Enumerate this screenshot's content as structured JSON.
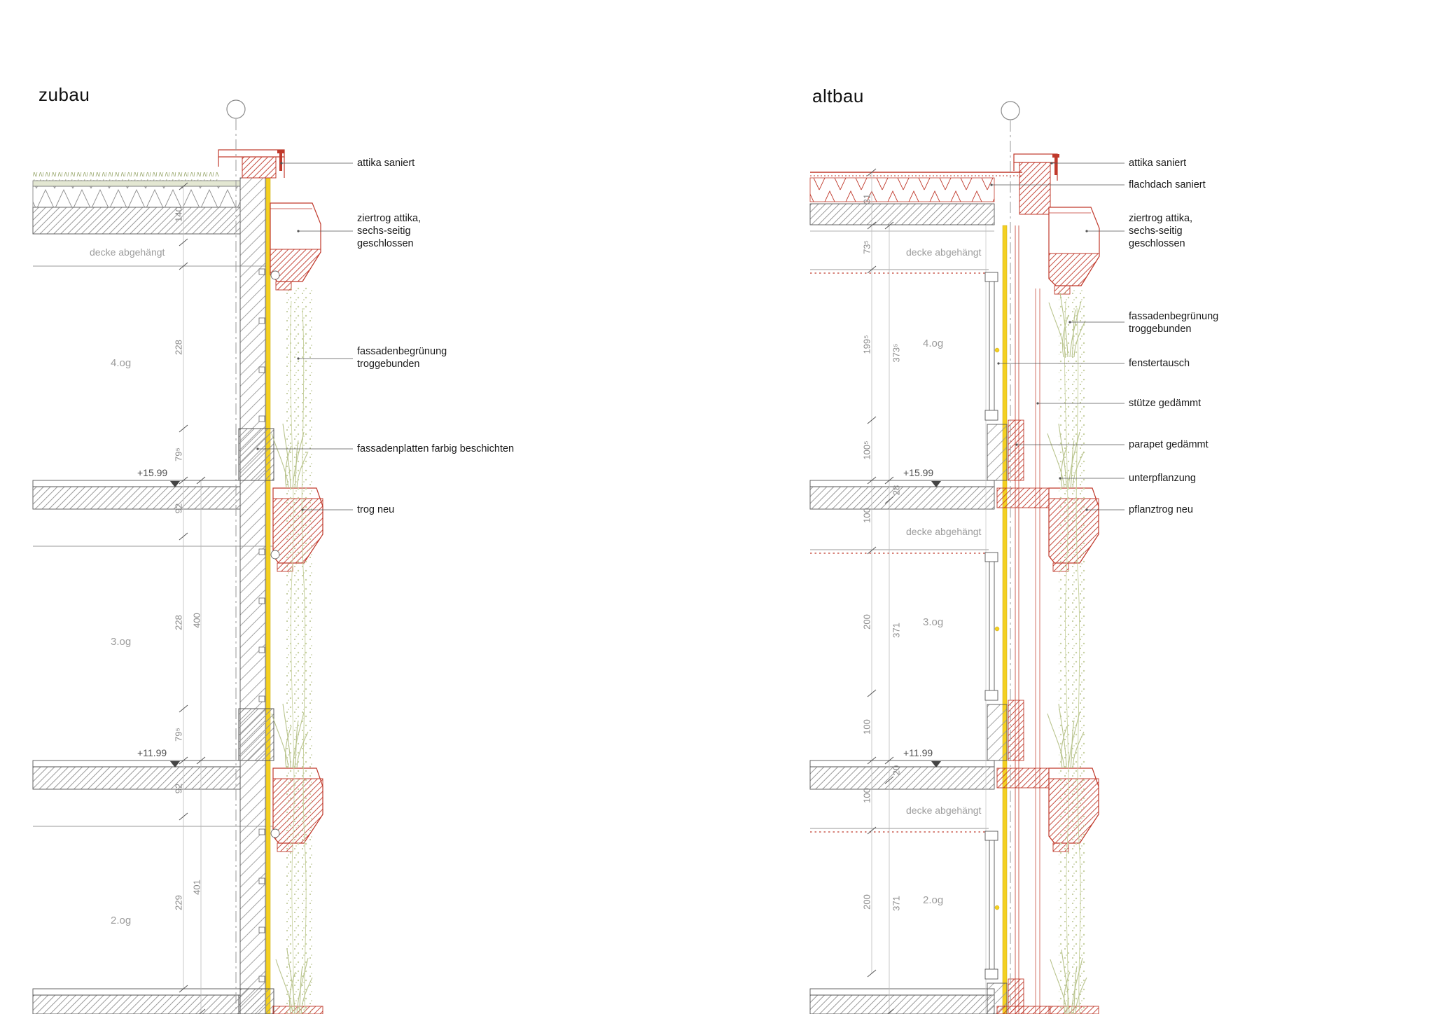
{
  "palette": {
    "new_red": "#c0392b",
    "insulation_yellow": "#f4d022",
    "vegetation_green": "#b9c48d",
    "hatch_gray": "#8f8f8f"
  },
  "sections": {
    "zubau": {
      "title": "zubau",
      "ceiling_label": "decke abgehängt",
      "floors": [
        "4.og",
        "3.og",
        "2.og"
      ],
      "levels": [
        "+15.99",
        "+11.99"
      ],
      "annotations": [
        [
          "attika saniert"
        ],
        [
          "ziertrog attika,",
          "sechs-seitig",
          "geschlossen"
        ],
        [
          "fassadenbegrünung",
          "troggebunden"
        ],
        [
          "fassadenplatten farbig beschichten"
        ],
        [
          "trog neu"
        ]
      ],
      "dims_inner": [
        "140",
        "228",
        "79⁵",
        "92",
        "228",
        "79⁵",
        "92",
        "229"
      ],
      "dims_outer": [
        "400",
        "401"
      ]
    },
    "altbau": {
      "title": "altbau",
      "ceiling_label": "decke abgehängt",
      "floors": [
        "4.og",
        "3.og",
        "2.og"
      ],
      "levels": [
        "+15.99",
        "+11.99"
      ],
      "annotations": [
        [
          "attika saniert"
        ],
        [
          "flachdach saniert"
        ],
        [
          "ziertrog attika,",
          "sechs-seitig",
          "geschlossen"
        ],
        [
          "fassadenbegrünung",
          "troggebunden"
        ],
        [
          "fenstertausch"
        ],
        [
          "stütze gedämmt"
        ],
        [
          "parapet gedämmt"
        ],
        [
          "unterpflanzung"
        ],
        [
          "pflanztrog neu"
        ]
      ],
      "dims_inner": [
        "31",
        "73⁵",
        "199⁵",
        "100⁵",
        "100",
        "200",
        "100",
        "100",
        "200"
      ],
      "dims_outer": [
        "373⁵",
        "28",
        "371",
        "20",
        "371"
      ]
    }
  }
}
